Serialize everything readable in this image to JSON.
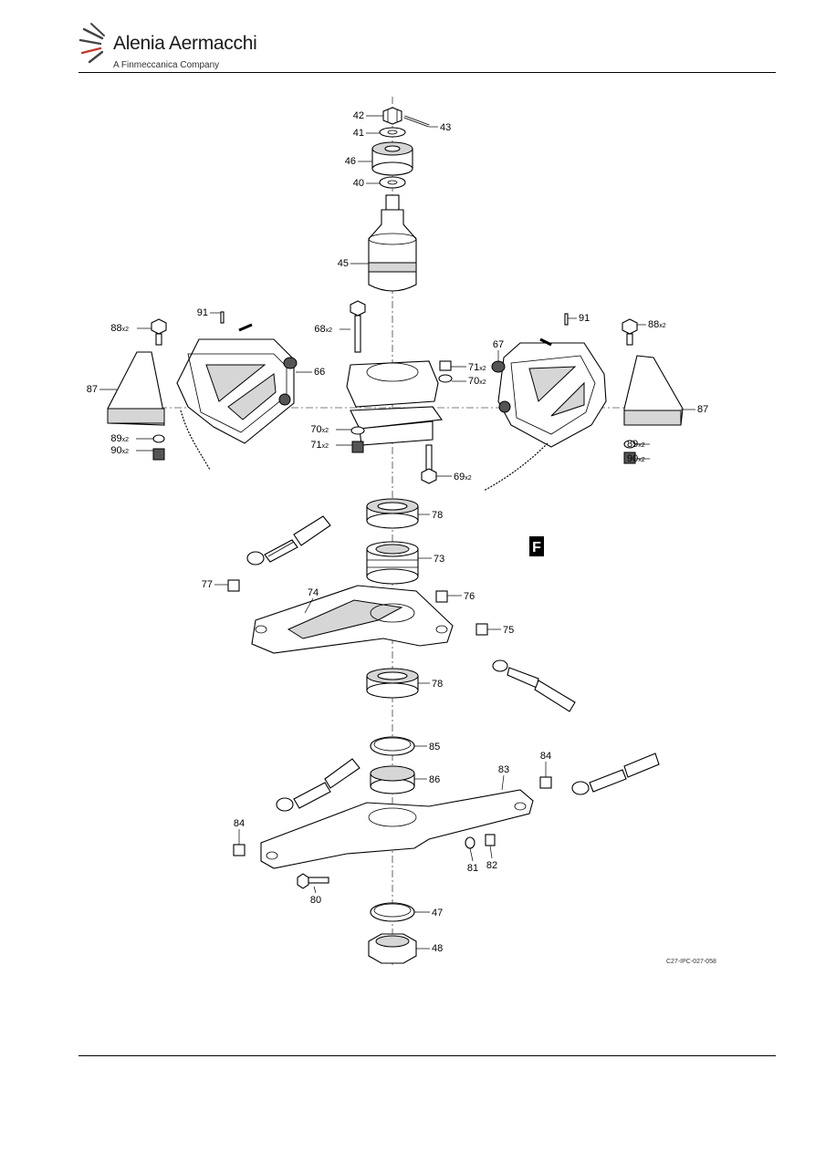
{
  "header": {
    "company_name": "Alenia Aermacchi",
    "company_tagline": "A Finmeccanica Company"
  },
  "figure": {
    "reference_code": "C27-IPC-027-058",
    "view_marker": "F",
    "callouts": [
      {
        "num": "42",
        "qty": ""
      },
      {
        "num": "43",
        "qty": ""
      },
      {
        "num": "41",
        "qty": ""
      },
      {
        "num": "46",
        "qty": ""
      },
      {
        "num": "40",
        "qty": ""
      },
      {
        "num": "45",
        "qty": ""
      },
      {
        "num": "91",
        "qty": ""
      },
      {
        "num": "91",
        "qty": ""
      },
      {
        "num": "88",
        "qty": "x2"
      },
      {
        "num": "88",
        "qty": "x2"
      },
      {
        "num": "68",
        "qty": "x2"
      },
      {
        "num": "67",
        "qty": ""
      },
      {
        "num": "66",
        "qty": ""
      },
      {
        "num": "71",
        "qty": "x2"
      },
      {
        "num": "70",
        "qty": "x2"
      },
      {
        "num": "87",
        "qty": ""
      },
      {
        "num": "87",
        "qty": ""
      },
      {
        "num": "70",
        "qty": "x2"
      },
      {
        "num": "71",
        "qty": "x2"
      },
      {
        "num": "89",
        "qty": "x2"
      },
      {
        "num": "90",
        "qty": "x2"
      },
      {
        "num": "89",
        "qty": "x2"
      },
      {
        "num": "90",
        "qty": "x2"
      },
      {
        "num": "69",
        "qty": "x2"
      },
      {
        "num": "78",
        "qty": ""
      },
      {
        "num": "73",
        "qty": ""
      },
      {
        "num": "77",
        "qty": ""
      },
      {
        "num": "74",
        "qty": ""
      },
      {
        "num": "76",
        "qty": ""
      },
      {
        "num": "75",
        "qty": ""
      },
      {
        "num": "78",
        "qty": ""
      },
      {
        "num": "85",
        "qty": ""
      },
      {
        "num": "84",
        "qty": ""
      },
      {
        "num": "83",
        "qty": ""
      },
      {
        "num": "86",
        "qty": ""
      },
      {
        "num": "84",
        "qty": ""
      },
      {
        "num": "81",
        "qty": ""
      },
      {
        "num": "82",
        "qty": ""
      },
      {
        "num": "80",
        "qty": ""
      },
      {
        "num": "47",
        "qty": ""
      },
      {
        "num": "48",
        "qty": ""
      }
    ]
  }
}
